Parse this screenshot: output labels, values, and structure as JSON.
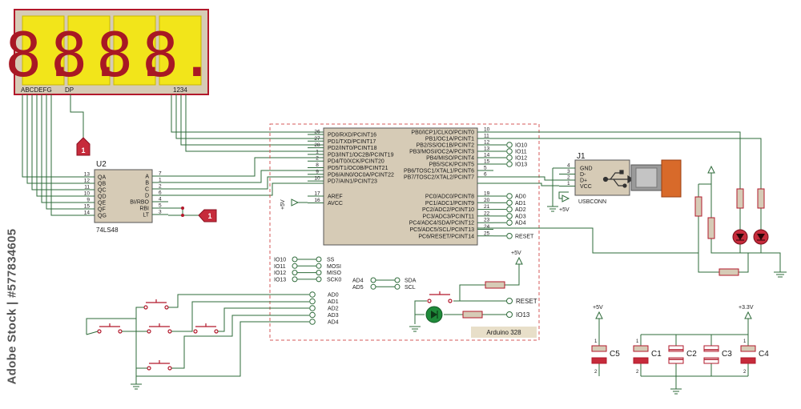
{
  "display": {
    "digits": [
      "8.",
      "8.",
      "8.",
      "8."
    ],
    "seg_label": "ABCDEFG",
    "dp_label": "DP",
    "digit_label": "1234"
  },
  "probe": {
    "display_label": "1",
    "lt_label": "1"
  },
  "u2": {
    "ref": "U2",
    "part": "74LS48",
    "left_pins": [
      {
        "num": "13",
        "name": "QA"
      },
      {
        "num": "12",
        "name": "QB"
      },
      {
        "num": "11",
        "name": "QC"
      },
      {
        "num": "10",
        "name": "QD"
      },
      {
        "num": "9",
        "name": "QE"
      },
      {
        "num": "15",
        "name": "QF"
      },
      {
        "num": "14",
        "name": "QG"
      }
    ],
    "right_pins": [
      {
        "num": "7",
        "name": "A"
      },
      {
        "num": "1",
        "name": "B"
      },
      {
        "num": "2",
        "name": "C"
      },
      {
        "num": "6",
        "name": "D"
      },
      {
        "num": "4",
        "name": "BI/RBO"
      },
      {
        "num": "5",
        "name": "RBI"
      },
      {
        "num": "3",
        "name": "LT"
      }
    ]
  },
  "mcu": {
    "left_pins": [
      {
        "num": "26",
        "name": "PD0/RXD/PCINT16"
      },
      {
        "num": "27",
        "name": "PD1/TXD/PCINT17"
      },
      {
        "num": "28",
        "name": "PD2/INT0/PCINT18"
      },
      {
        "num": "1",
        "name": "PD3/INT1/OC2B/PCINT19"
      },
      {
        "num": "2",
        "name": "PD4/T0/XCK/PCINT20"
      },
      {
        "num": "8",
        "name": "PD5/T1/OC0B/PCINT21"
      },
      {
        "num": "9",
        "name": "PD6/AIN0/OC0A/PCINT22"
      },
      {
        "num": "10",
        "name": "PD7/AIN1/PCINT23"
      }
    ],
    "power_pins": [
      {
        "num": "17",
        "name": "AREF"
      },
      {
        "num": "16",
        "name": "AVCC"
      }
    ],
    "right_pins": [
      {
        "num": "10",
        "name": "PB0/ICP1/CLKO/PCINT0",
        "net": ""
      },
      {
        "num": "11",
        "name": "PB1/OC1A/PCINT1",
        "net": ""
      },
      {
        "num": "12",
        "name": "PB2/SS/OC1B/PCINT2",
        "net": "IO10"
      },
      {
        "num": "13",
        "name": "PB3/MOSI/OC2A/PCINT3",
        "net": "IO11"
      },
      {
        "num": "14",
        "name": "PB4/MISO/PCINT4",
        "net": "IO12"
      },
      {
        "num": "15",
        "name": "PB5/SCK/PCINT5",
        "net": "IO13"
      },
      {
        "num": "5",
        "name": "PB6/TOSC1/XTAL1/PCINT6",
        "net": ""
      },
      {
        "num": "6",
        "name": "PB7/TOSC2/XTAL2/PCINT7",
        "net": ""
      },
      {
        "num": "19",
        "name": "PC0/ADC0/PCINT8",
        "net": "AD0"
      },
      {
        "num": "20",
        "name": "PC1/ADC1/PCINT9",
        "net": "AD1"
      },
      {
        "num": "21",
        "name": "PC2/ADC2/PCINT10",
        "net": "AD2"
      },
      {
        "num": "22",
        "name": "PC3/ADC3/PCINT11",
        "net": "AD3"
      },
      {
        "num": "23",
        "name": "PC4/ADC4/SDA/PCINT12",
        "net": "AD4"
      },
      {
        "num": "24",
        "name": "PC5/ADC5/SCL/PCINT13",
        "net": ""
      },
      {
        "num": "25",
        "name": "PC6/RESET/PCINT14",
        "net": "RESET"
      }
    ],
    "board_label": "Arduino 328",
    "avcc_supply": "+5V"
  },
  "connectors": {
    "spi": [
      {
        "io": "IO10",
        "sig": "SS"
      },
      {
        "io": "IO11",
        "sig": "MOSI"
      },
      {
        "io": "IO12",
        "sig": "MISO"
      },
      {
        "io": "IO13",
        "sig": "SCK0"
      }
    ],
    "i2c": [
      {
        "ad": "AD4",
        "sig": "SDA"
      },
      {
        "ad": "AD5",
        "sig": "SCL"
      }
    ],
    "ad_terms": [
      "AD0",
      "AD1",
      "AD2",
      "AD3",
      "AD4"
    ],
    "reset_term": "RESET",
    "io13_term": "IO13",
    "reset_supply": "+5V"
  },
  "usb": {
    "ref": "J1",
    "part": "USBCONN",
    "pins": [
      {
        "num": "4",
        "name": "GND"
      },
      {
        "num": "3",
        "name": "D-"
      },
      {
        "num": "2",
        "name": "D+"
      },
      {
        "num": "1",
        "name": "VCC"
      }
    ],
    "supply": "+5V"
  },
  "capacitors": {
    "rails": [
      "+5V",
      "+3.3V"
    ],
    "items": [
      {
        "ref": "C5"
      },
      {
        "ref": "C1"
      },
      {
        "ref": "C2"
      },
      {
        "ref": "C3"
      },
      {
        "ref": "C4"
      }
    ],
    "pin_top": "1",
    "pin_bottom": "2"
  },
  "watermark": "Adobe Stock | #577834605"
}
